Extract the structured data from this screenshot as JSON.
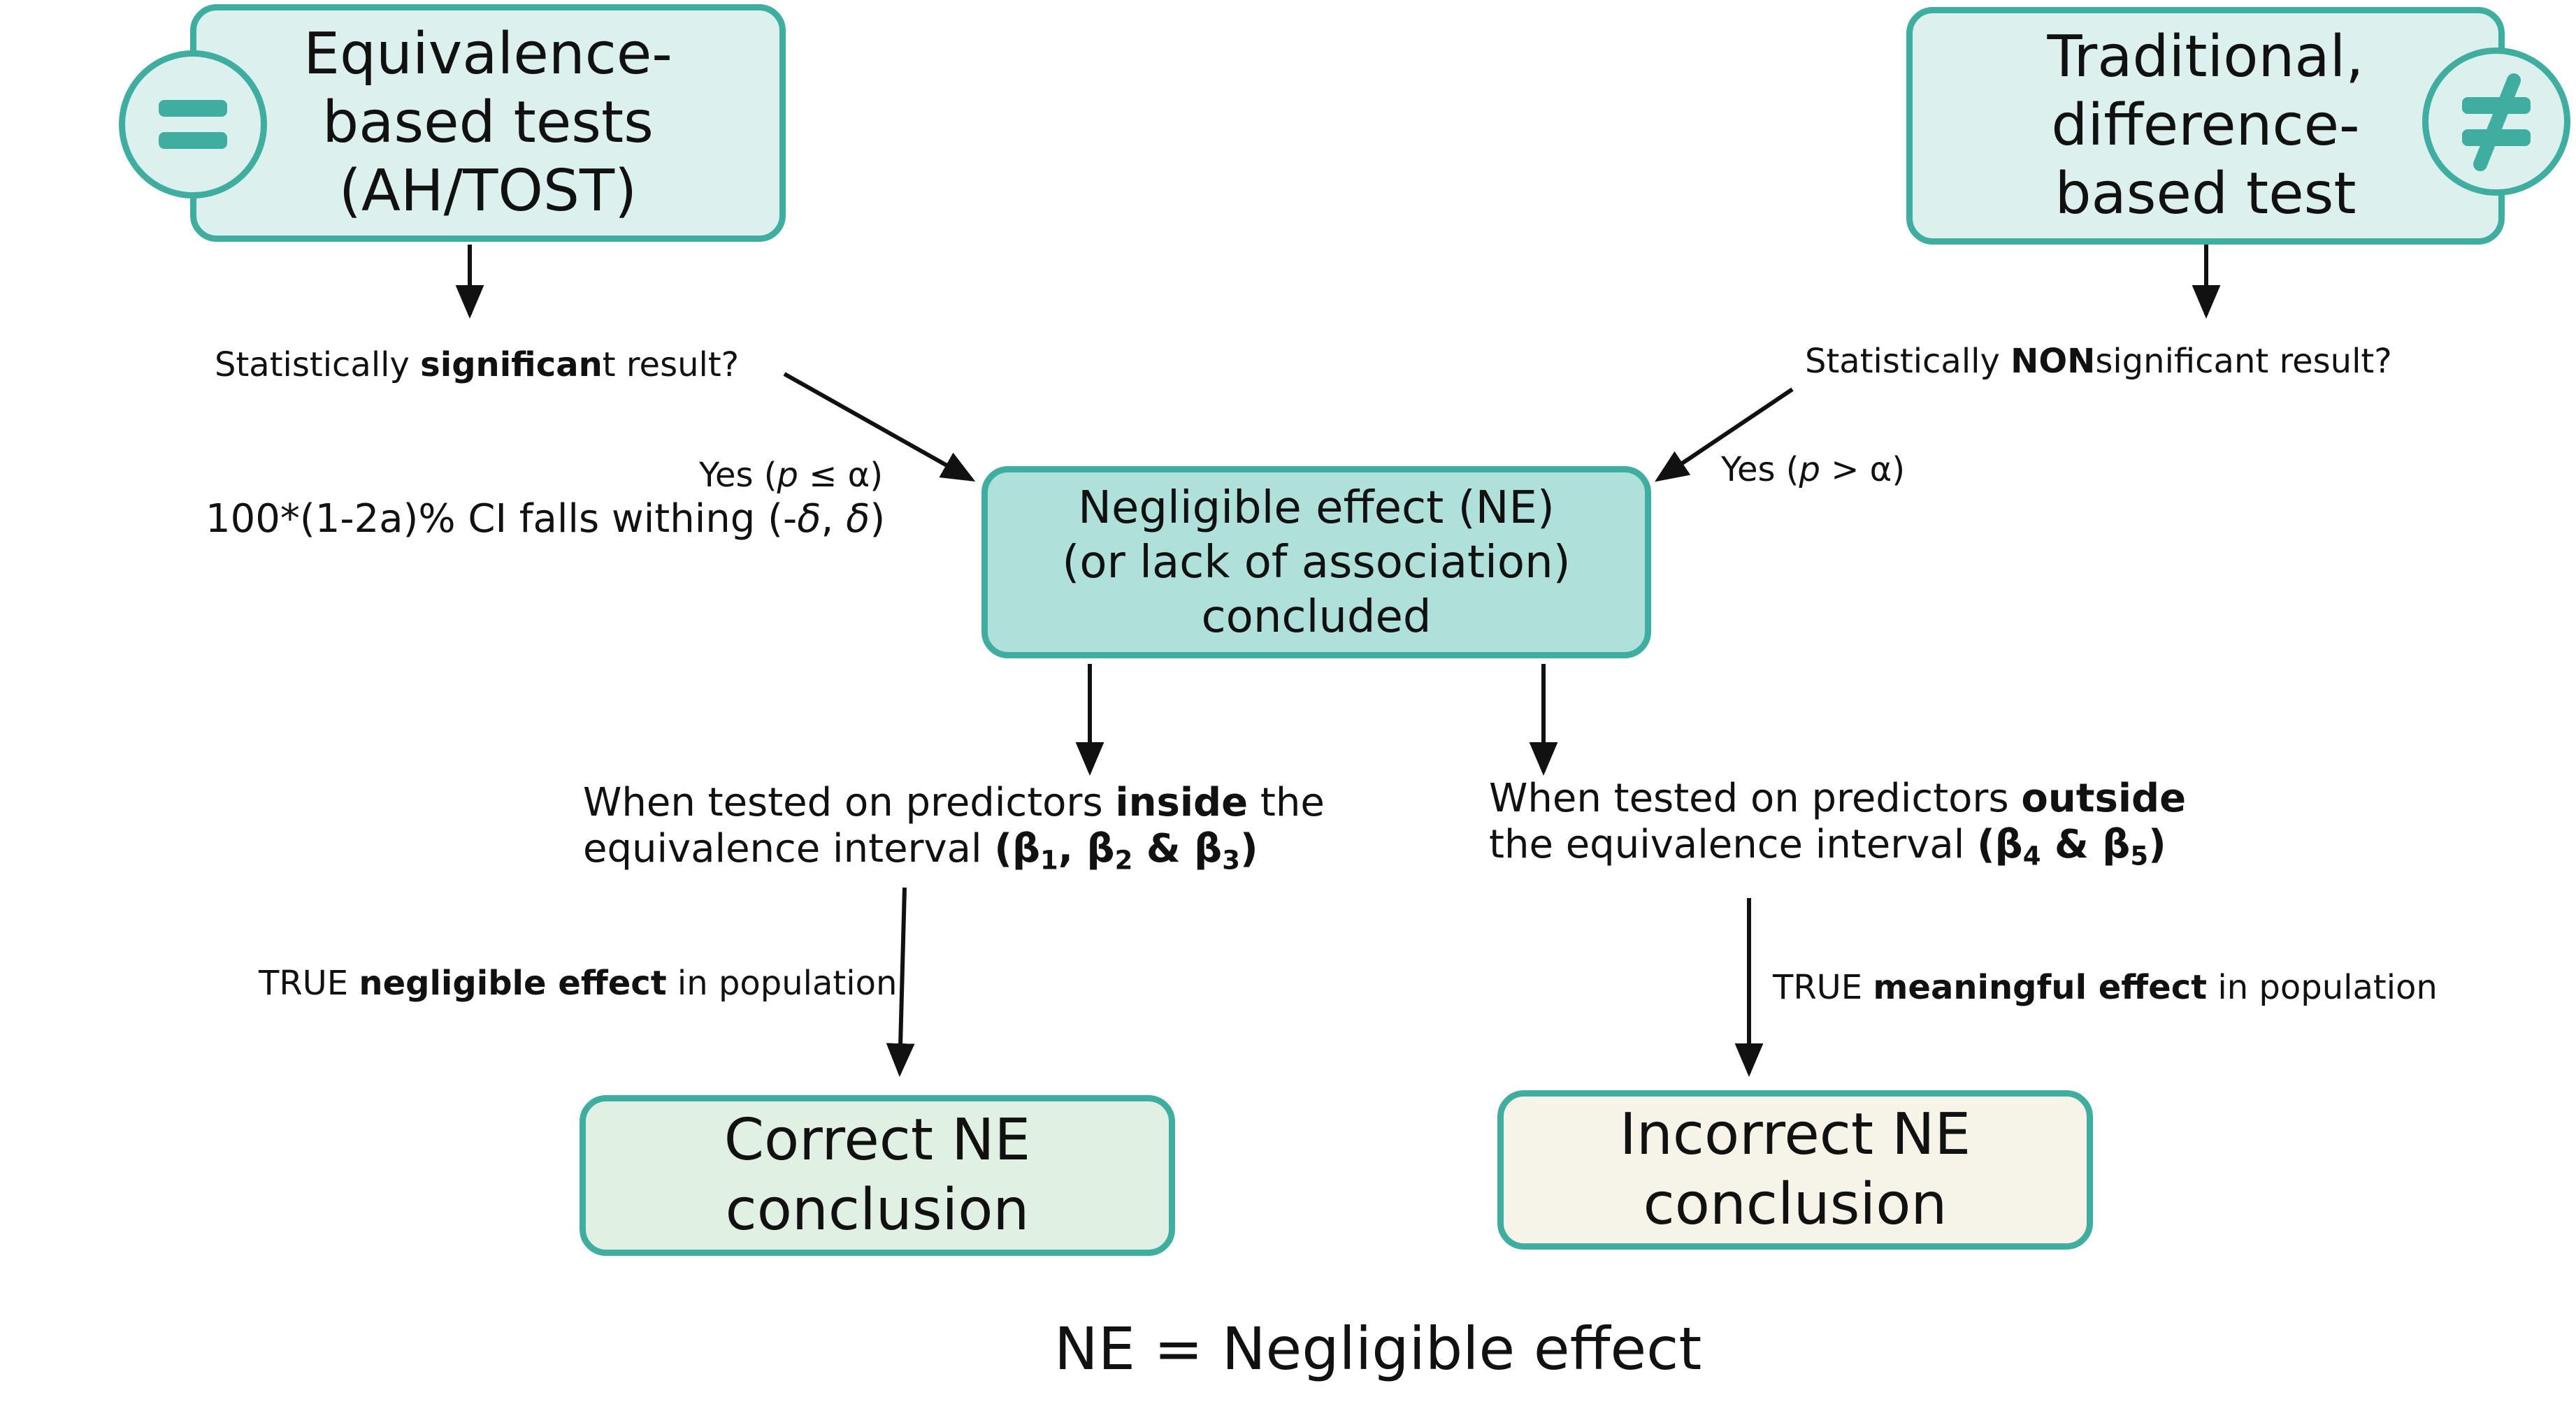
{
  "boxes": {
    "equivalence": {
      "lines": [
        "Equivalence-",
        "based tests",
        "(AH/TOST)"
      ]
    },
    "traditional": {
      "lines": [
        "Traditional,",
        "difference-",
        "based test"
      ]
    },
    "negligible": {
      "lines": [
        "Negligible effect (NE)",
        "(or lack of association)",
        "concluded"
      ]
    },
    "correct": {
      "lines": [
        "Correct NE",
        "conclusion"
      ]
    },
    "incorrect": {
      "lines": [
        "Incorrect NE",
        "conclusion"
      ]
    }
  },
  "badges": {
    "equal": {
      "icon": "equals-icon",
      "symbol": "="
    },
    "not_equal": {
      "icon": "not-equal-icon",
      "symbol": "≠"
    }
  },
  "labels": {
    "sig_question": {
      "pre": "Statistically ",
      "bold": "significan",
      "post": "t result?"
    },
    "nonsig_question": {
      "pre": "Statistically ",
      "bold": "NON",
      "post": "significant result?"
    },
    "yes_left": {
      "pre": "Yes (",
      "italic": "p",
      "post": " ≤ α)"
    },
    "yes_right": {
      "pre": "Yes (",
      "italic": "p",
      "post": " > α)"
    },
    "ci": {
      "pre": "100*(1-2a)% CI falls withing (-",
      "delta1": "δ",
      "mid": ", ",
      "delta2": "δ",
      "post": ")"
    },
    "inside": {
      "line1_pre": "When tested on predictors ",
      "line1_bold": "inside",
      "line1_post": " the",
      "line2_pre": "equivalence interval ",
      "line2_bold_open": "(β",
      "sub1": "1",
      "sep1": ", β",
      "sub2": "2",
      "sep2": " & β",
      "sub3": "3",
      "close": ")"
    },
    "outside": {
      "line1_pre": "When tested on predictors ",
      "line1_bold": "outside",
      "line2_pre": "the equivalence interval ",
      "line2_bold_open": "(β",
      "sub1": "4",
      "sep1": " & β",
      "sub2": "5",
      "close": ")"
    },
    "true_negligible": {
      "pre": "TRUE ",
      "bold": "negligible effect",
      "post": " in population"
    },
    "true_meaningful": {
      "pre": "TRUE ",
      "bold": "meaningful effect",
      "post": " in population"
    },
    "legend": "NE = Negligible effect"
  },
  "colors": {
    "border": "#3fada0",
    "top_box_fill": "#dcf1ee",
    "center_box_fill": "#b0e0da",
    "correct_fill": "#e0f0e2",
    "incorrect_fill": "#f6f4e8",
    "arrow": "#111111"
  }
}
